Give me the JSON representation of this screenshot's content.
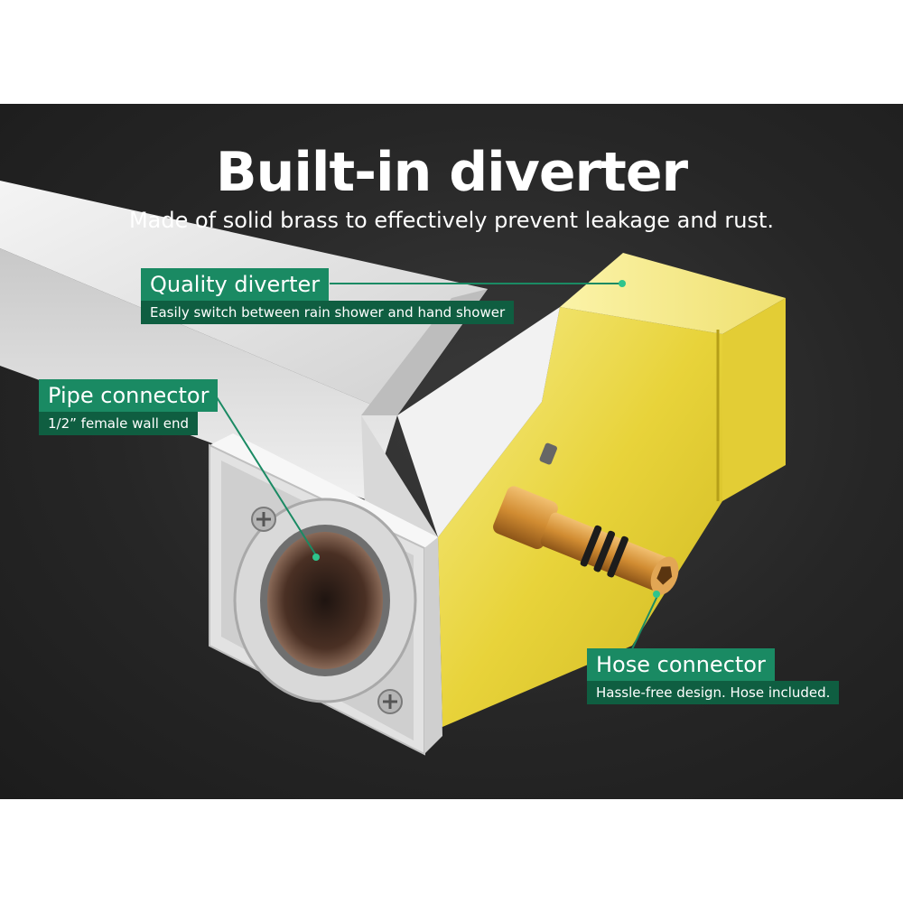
{
  "headline": "Built-in diverter",
  "subline": "Made of solid brass to effectively prevent leakage and rust.",
  "callouts": {
    "quality": {
      "title": "Quality diverter",
      "desc": "Easily switch between rain shower and hand shower"
    },
    "pipe": {
      "title": "Pipe connector",
      "desc": "1/2” female wall end"
    },
    "hose": {
      "title": "Hose connector",
      "desc": "Hassle-free design. Hose included."
    }
  },
  "colors": {
    "label_green": "#1a8a63",
    "label_dark_green": "#0f5e41",
    "background": "#262626",
    "brass": "#e8d84a",
    "chrome": "#e6e6e6"
  }
}
